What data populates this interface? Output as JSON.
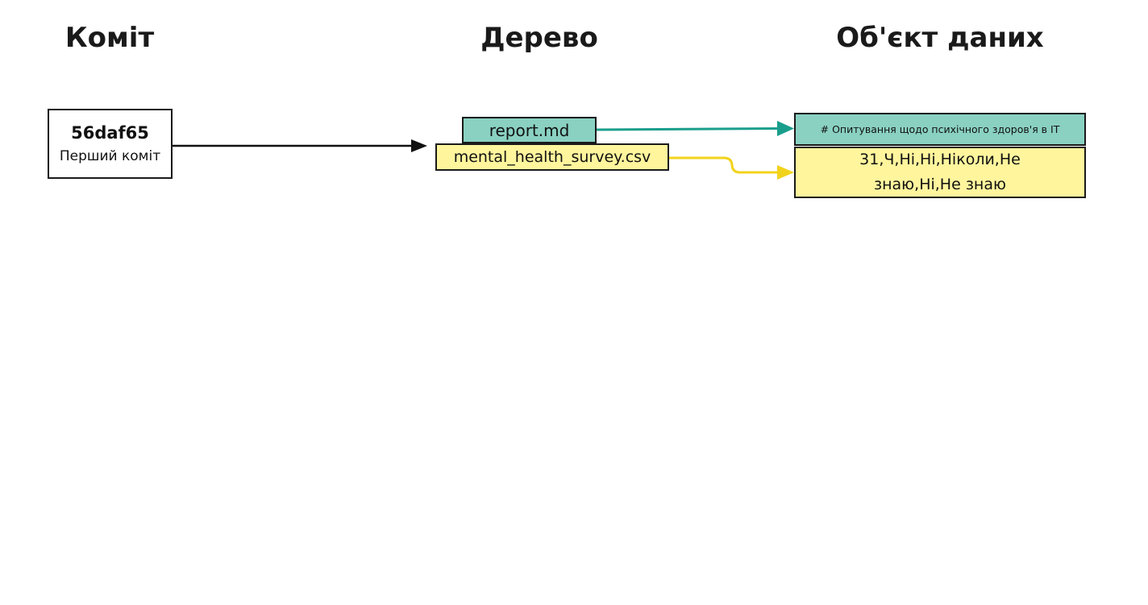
{
  "columns": {
    "commit_title": "Коміт",
    "tree_title": "Дерево",
    "objects_title": "Об'єкт даних"
  },
  "commit": {
    "hash": "56daf65",
    "message": "Перший коміт"
  },
  "tree": {
    "entries": [
      {
        "name": "report.md",
        "color": "#8ad1c2"
      },
      {
        "name": "mental_health_survey.csv",
        "color": "#fff59d"
      }
    ]
  },
  "blobs": [
    {
      "content": "# Опитування щодо психічного здоров'я в IT",
      "color": "#8ad1c2",
      "arrow_color": "#1a9e8c"
    },
    {
      "content": "31,Ч,Ні,Ні,Ніколи,Не знаю,Ні,Не знаю",
      "color": "#fff59d",
      "arrow_color": "#f2d31b"
    }
  ]
}
